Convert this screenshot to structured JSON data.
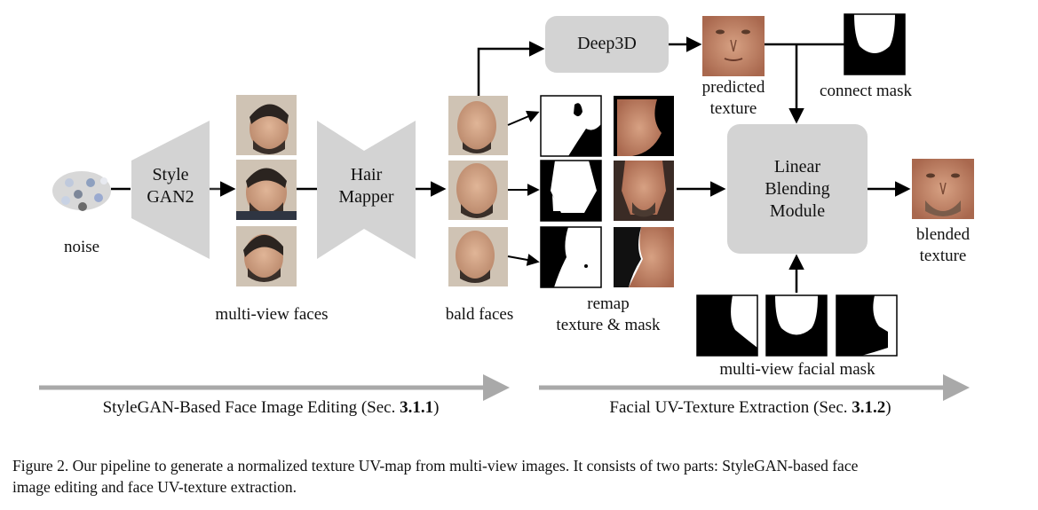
{
  "nodes": {
    "noise": "noise",
    "stylegan_line1": "Style",
    "stylegan_line2": "GAN2",
    "hair_line1": "Hair",
    "hair_line2": "Mapper",
    "deep3d": "Deep3D",
    "blend_line1": "Linear",
    "blend_line2": "Blending",
    "blend_line3": "Module"
  },
  "labels": {
    "multiview_faces": "multi-view faces",
    "bald_faces": "bald faces",
    "remap_line1": "remap",
    "remap_line2": "texture & mask",
    "predicted_line1": "predicted",
    "predicted_line2": "texture",
    "connect_mask": "connect mask",
    "blended_line1": "blended",
    "blended_line2": "texture",
    "multiview_mask": "multi-view facial  mask"
  },
  "sections": {
    "left_text": "StyleGAN-Based Face Image Editing (Sec. ",
    "left_num": "3.1.1",
    "left_close": ")",
    "right_text": "Facial UV-Texture Extraction  (Sec. ",
    "right_num": "3.1.2",
    "right_close": ")"
  },
  "caption": {
    "line1": "Figure 2.  Our pipeline to generate a normalized texture UV-map from multi-view images.  It consists of two parts:  StyleGAN-based face",
    "line2": "image editing and face UV-texture extraction."
  },
  "colors": {
    "box_fill": "#d3d3d3",
    "arrow": "#000000",
    "section_arrow": "#a9a9a9",
    "skin": "#c99a7d",
    "hair": "#2b2420",
    "photo_bg": "#cfc3b4"
  }
}
